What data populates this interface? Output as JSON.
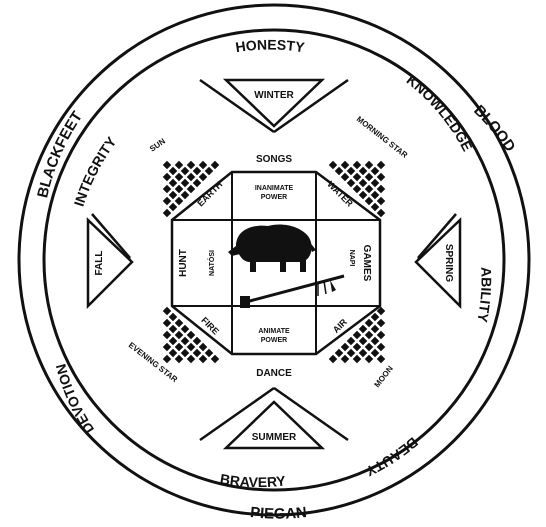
{
  "colors": {
    "ink": "#111111",
    "paper": "#ffffff"
  },
  "outer_ring": {
    "top": "HONESTY",
    "upper_right": "KNOWLEDGE",
    "right": "ABILITY",
    "lower_right": "BEAUTY",
    "bottom": "BRAVERY",
    "lower_left": "DEVOTION",
    "upper_left": "INTEGRITY"
  },
  "tribes": {
    "left": "BLACKFEET",
    "right": "BLOOD",
    "bottom": "PIEGAN"
  },
  "seasons": {
    "top": "WINTER",
    "right": "SPRING",
    "bottom": "SUMMER",
    "left": "FALL"
  },
  "celestial": {
    "upper_left": "SUN",
    "upper_right": "MORNING STAR",
    "lower_left": "EVENING STAR",
    "lower_right": "MOON"
  },
  "activities": {
    "top": "SONGS",
    "right": "GAMES",
    "bottom": "DANCE",
    "left": "HUNT"
  },
  "elements": {
    "upper_left": "EARTH",
    "upper_right": "WATER",
    "lower_left": "FIRE",
    "lower_right": "AIR"
  },
  "powers": {
    "top_line1": "INANIMATE",
    "top_line2": "POWER",
    "bottom_line1": "ANIMATE",
    "bottom_line2": "POWER"
  },
  "spirits": {
    "left": "NATÓSI",
    "right": "NAPI"
  },
  "icons": {
    "center_animal": "bison-icon",
    "center_object": "sacred-pipe-icon"
  }
}
